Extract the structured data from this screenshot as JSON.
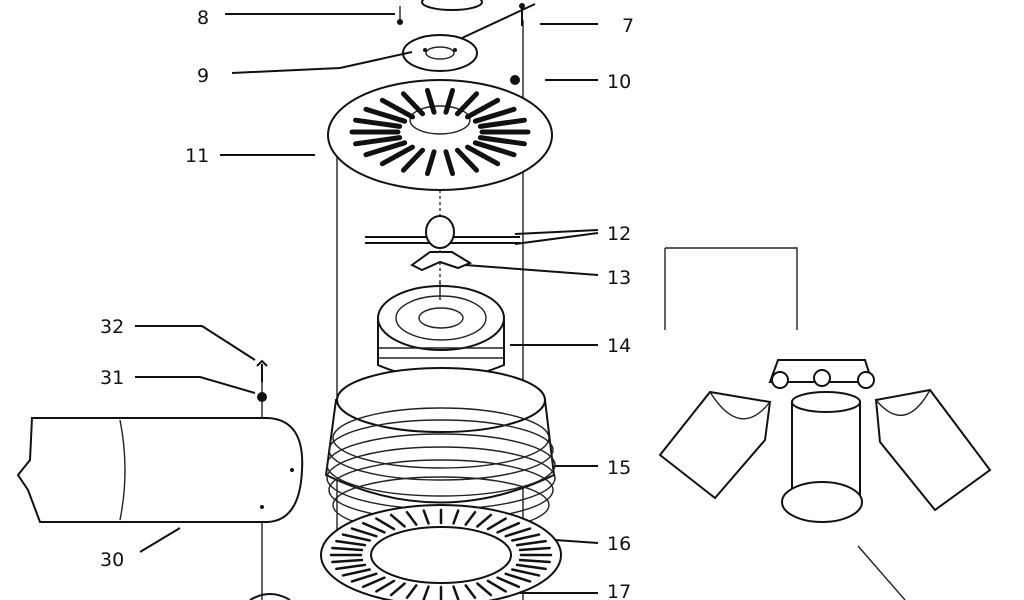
{
  "callouts": {
    "n7": "7",
    "n8": "8",
    "n9": "9",
    "n10": "10",
    "n11": "11",
    "n12": "12",
    "n13": "13",
    "n14": "14",
    "n15": "15",
    "n16": "16",
    "n17": "17",
    "n30": "30",
    "n31": "31",
    "n32": "32"
  }
}
